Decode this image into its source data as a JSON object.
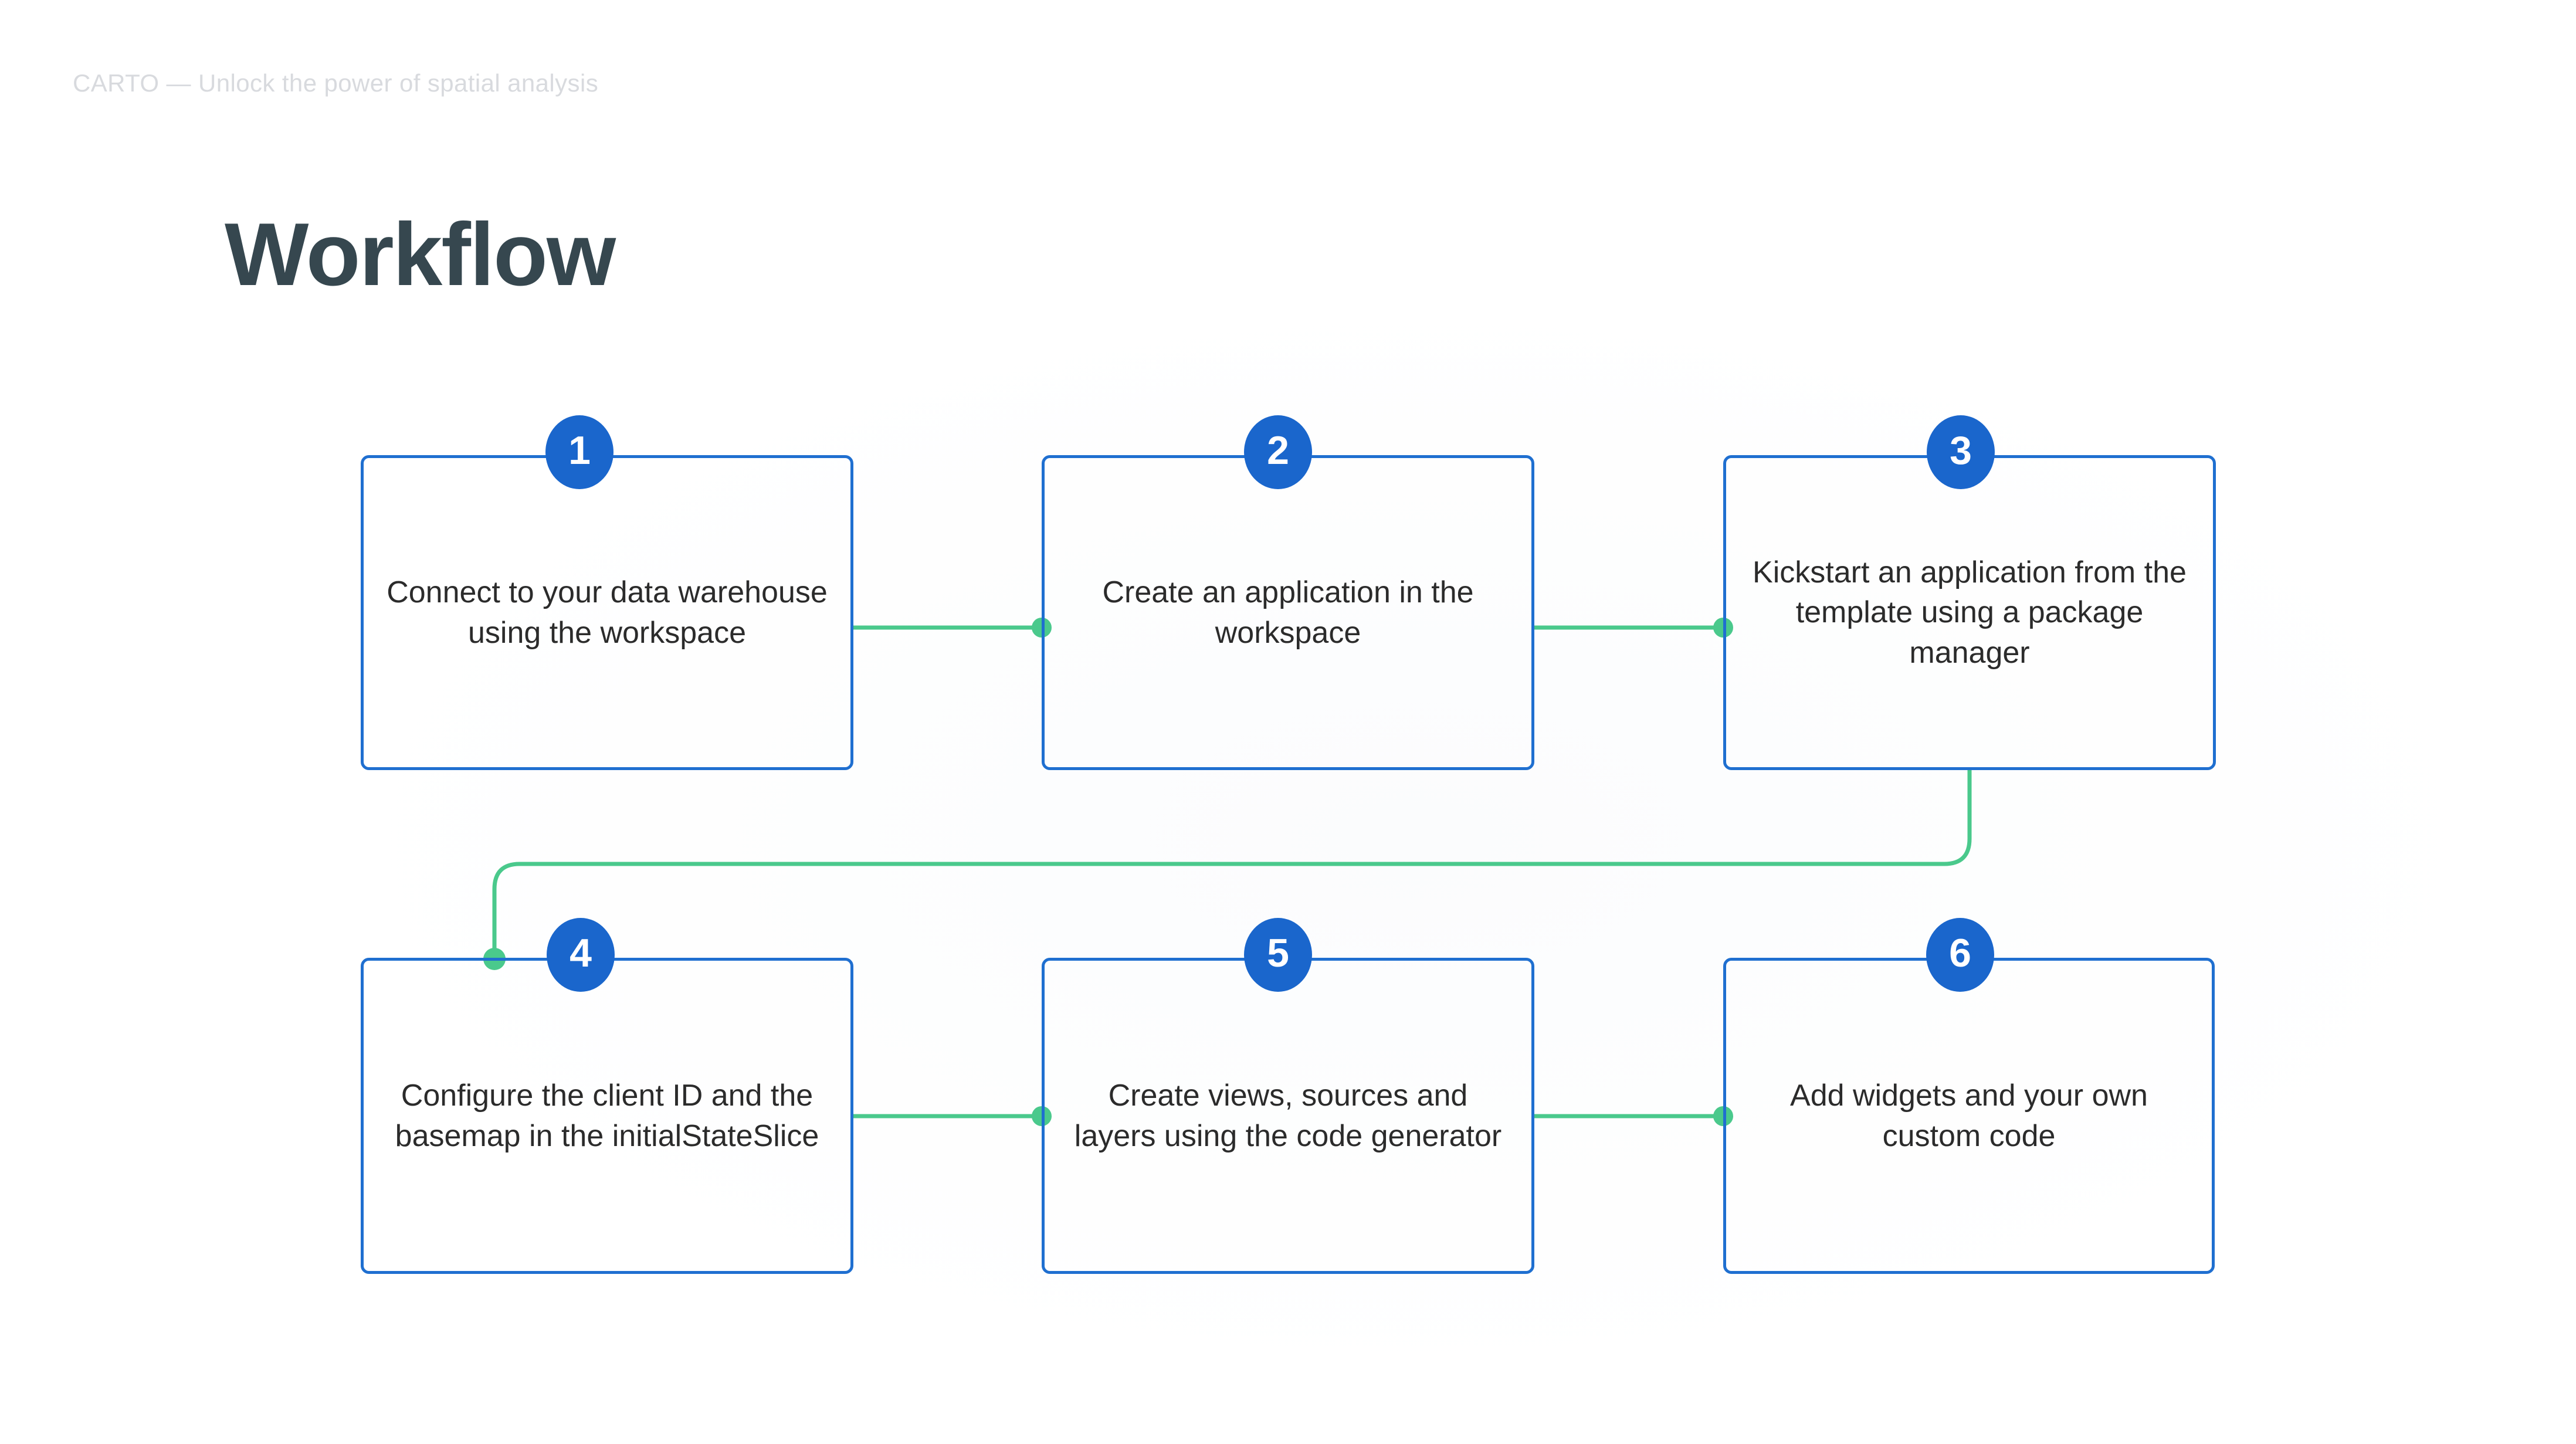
{
  "header": {
    "eyebrow": "CARTO — Unlock the power of spatial analysis"
  },
  "title": "Workflow",
  "colors": {
    "card_border": "#1f6fd0",
    "badge_blue": "#1a66cc",
    "connector_green": "#4ac98c",
    "title_text": "#36474f",
    "body_text": "#2b2b2b",
    "eyebrow_text": "#d8dade",
    "background": "#ffffff"
  },
  "steps": [
    {
      "number": "1",
      "text": "Connect to your data warehouse using the workspace"
    },
    {
      "number": "2",
      "text": "Create an application in the workspace"
    },
    {
      "number": "3",
      "text": "Kickstart an application from the template using a package manager"
    },
    {
      "number": "4",
      "text": "Configure the client ID and the basemap in the initialStateSlice"
    },
    {
      "number": "5",
      "text": "Create views, sources and layers using the code generator"
    },
    {
      "number": "6",
      "text": "Add widgets and your own custom code"
    }
  ],
  "connectors": [
    {
      "from": "1",
      "to": "2",
      "shape": "horizontal"
    },
    {
      "from": "2",
      "to": "3",
      "shape": "horizontal"
    },
    {
      "from": "3",
      "to": "4",
      "shape": "elbow-wrap"
    },
    {
      "from": "4",
      "to": "5",
      "shape": "horizontal"
    },
    {
      "from": "5",
      "to": "6",
      "shape": "horizontal"
    }
  ]
}
